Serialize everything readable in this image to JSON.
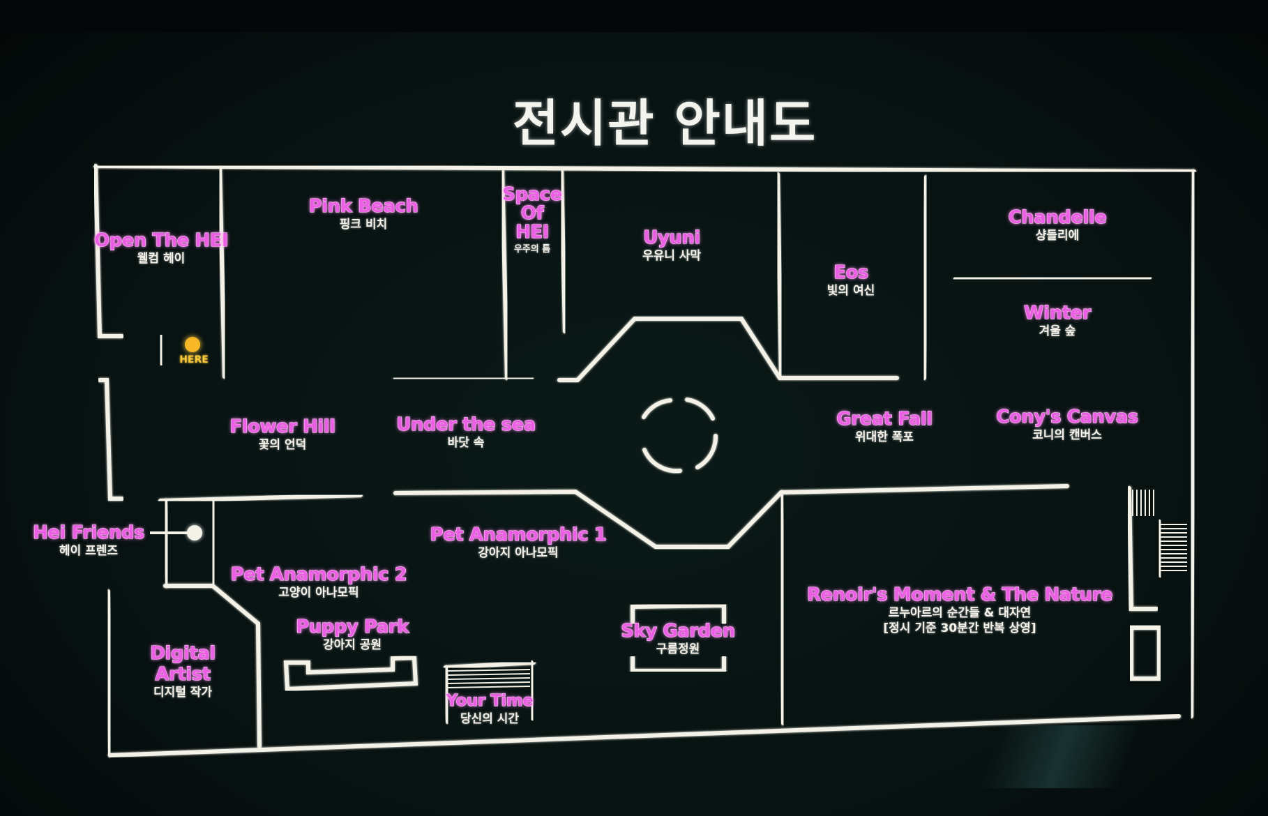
{
  "title": "전시관 안내도",
  "here_label": "HERE",
  "colors": {
    "background": "#071211",
    "walls": "#f4f1e6",
    "room_label": "#ea5fe3",
    "here_marker": "#f6b826"
  },
  "rooms": [
    {
      "id": "open-the-hei",
      "en": [
        "Open The HEI"
      ],
      "ko": [
        "웰컴 헤이"
      ]
    },
    {
      "id": "pink-beach",
      "en": [
        "Pink Beach"
      ],
      "ko": [
        "핑크 비치"
      ]
    },
    {
      "id": "space-of-hei",
      "en": [
        "Space",
        "Of",
        "HEI"
      ],
      "ko": [
        "우주의 틈"
      ]
    },
    {
      "id": "uyuni",
      "en": [
        "Uyuni"
      ],
      "ko": [
        "우유니 사막"
      ]
    },
    {
      "id": "eos",
      "en": [
        "Eos"
      ],
      "ko": [
        "빛의 여신"
      ]
    },
    {
      "id": "chandelle",
      "en": [
        "Chandelle"
      ],
      "ko": [
        "샹들리에"
      ]
    },
    {
      "id": "winter",
      "en": [
        "Winter"
      ],
      "ko": [
        "겨울 숲"
      ]
    },
    {
      "id": "flower-hill",
      "en": [
        "Flower Hill"
      ],
      "ko": [
        "꽃의 언덕"
      ]
    },
    {
      "id": "under-the-sea",
      "en": [
        "Under the sea"
      ],
      "ko": [
        "바닷 속"
      ]
    },
    {
      "id": "great-fall",
      "en": [
        "Great Fall"
      ],
      "ko": [
        "위대한 폭포"
      ]
    },
    {
      "id": "conys-canvas",
      "en": [
        "Cony's Canvas"
      ],
      "ko": [
        "코니의 캔버스"
      ]
    },
    {
      "id": "hei-friends",
      "en": [
        "Hei Friends"
      ],
      "ko": [
        "헤이 프렌즈"
      ]
    },
    {
      "id": "pet-anamorphic-1",
      "en": [
        "Pet Anamorphic 1"
      ],
      "ko": [
        "강아지 아나모픽"
      ]
    },
    {
      "id": "pet-anamorphic-2",
      "en": [
        "Pet Anamorphic 2"
      ],
      "ko": [
        "고양이 아나모픽"
      ]
    },
    {
      "id": "puppy-park",
      "en": [
        "Puppy Park"
      ],
      "ko": [
        "강아지 공원"
      ]
    },
    {
      "id": "digital-artist",
      "en": [
        "Digital",
        "Artist"
      ],
      "ko": [
        "디지털 작가"
      ]
    },
    {
      "id": "sky-garden",
      "en": [
        "Sky Garden"
      ],
      "ko": [
        "구름정원"
      ]
    },
    {
      "id": "your-time",
      "en": [
        "Your Time"
      ],
      "ko": [
        "당신의 시간"
      ]
    },
    {
      "id": "renoirs-moment",
      "en": [
        "Renoir's Moment & The Nature"
      ],
      "ko": [
        "르누아르의 순간들 & 대자연",
        "[정시 기준 30분간 반복 상영]"
      ]
    }
  ]
}
